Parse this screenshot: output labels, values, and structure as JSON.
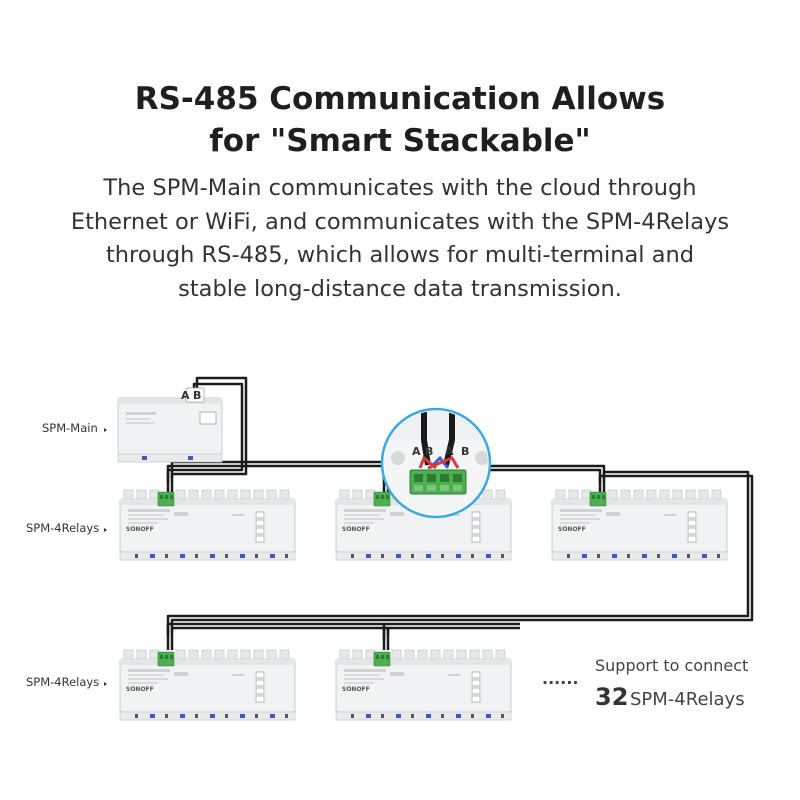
{
  "title": {
    "line1": "RS-485 Communication Allows",
    "line2": "for \"Smart Stackable\""
  },
  "description": {
    "line1": "The SPM-Main communicates with the cloud through",
    "line2": "Ethernet or WiFi, and communicates with the SPM-4Relays",
    "line3": "through RS-485, which allows for multi-terminal and",
    "line4": "stable long-distance data transmission."
  },
  "diagram": {
    "labels": {
      "main": "SPM-Main",
      "relays_row1": "SPM-4Relays",
      "relays_row3": "SPM-4Relays"
    },
    "terminal_letters": {
      "a": "A",
      "b": "B"
    },
    "brand": "SONOFF",
    "ellipsis": "......",
    "support": {
      "line1": "Support to connect",
      "count": "32",
      "unit": "SPM-4Relays"
    }
  },
  "colors": {
    "wire": "#1a1a1a",
    "wire_red": "#d63a3a",
    "wire_blue": "#3a5fd6",
    "terminal_green": "#4caf50",
    "device_body": "#f1f2f3",
    "device_edge": "#c9cbcd",
    "zoom_ring": "#3da9e0"
  }
}
